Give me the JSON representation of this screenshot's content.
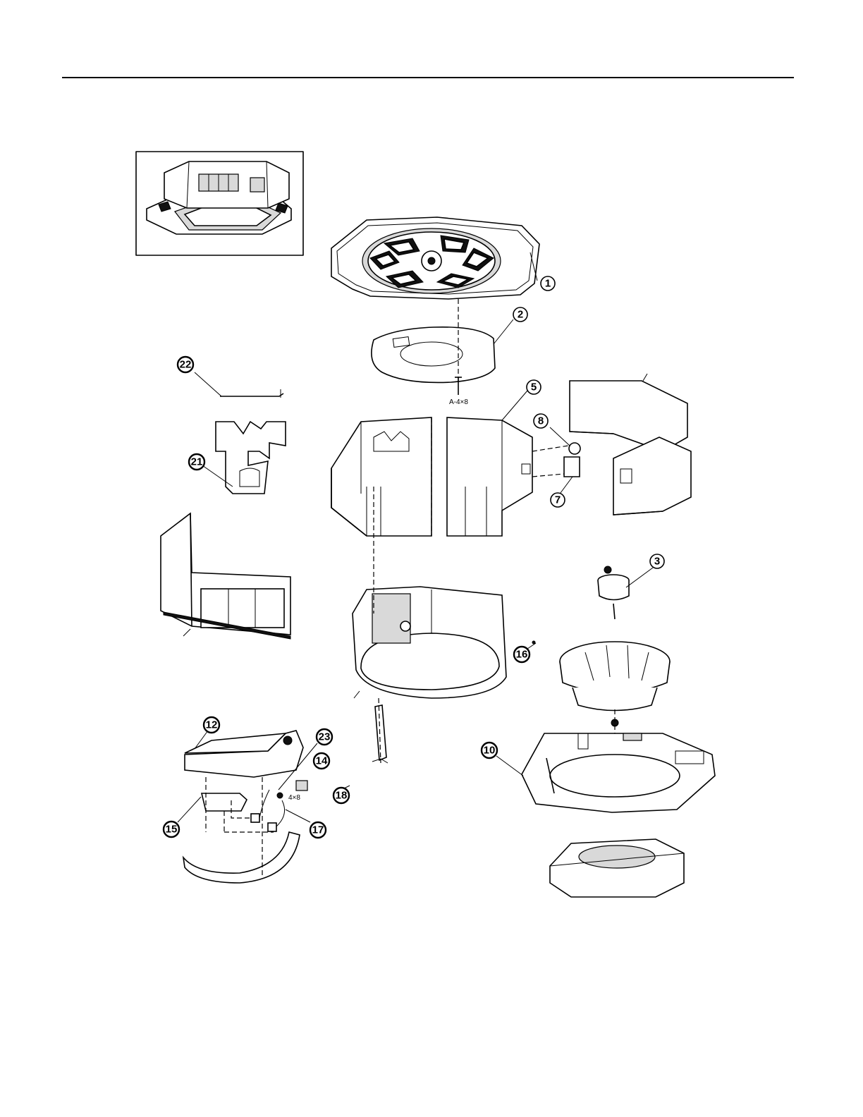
{
  "callouts": {
    "c1": "1",
    "c2": "2",
    "c3": "3",
    "c5": "5",
    "c7": "7",
    "c8": "8",
    "c10": "10",
    "c12": "12",
    "c14": "14",
    "c15": "15",
    "c16": "16",
    "c17": "17",
    "c18": "18",
    "c21": "21",
    "c22": "22",
    "c23": "23"
  },
  "annotations": {
    "screw_a": "A-4×8",
    "screw_b": "4×8"
  }
}
